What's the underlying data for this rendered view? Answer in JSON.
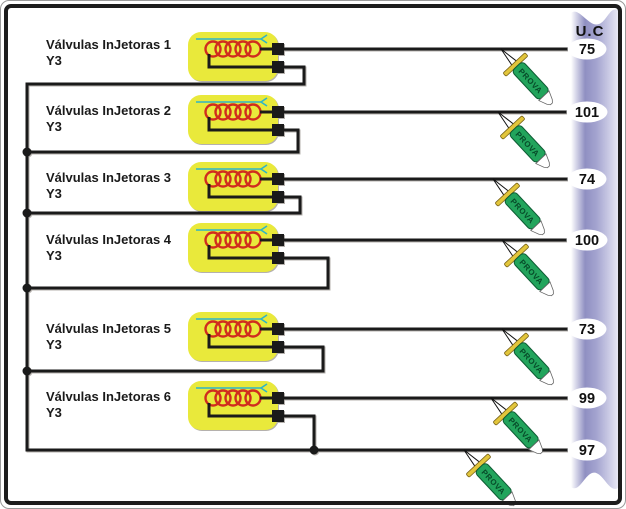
{
  "uc": {
    "title": "U.C",
    "pins": [
      "75",
      "101",
      "74",
      "100",
      "73",
      "99",
      "97"
    ]
  },
  "valves": [
    {
      "name": "Válvulas InJetoras 1",
      "code": "Y3"
    },
    {
      "name": "Válvulas InJetoras 2",
      "code": "Y3"
    },
    {
      "name": "Válvulas InJetoras 3",
      "code": "Y3"
    },
    {
      "name": "Válvulas InJetoras 4",
      "code": "Y3"
    },
    {
      "name": "Válvulas InJetoras 5",
      "code": "Y3"
    },
    {
      "name": "Válvulas InJetoras 6",
      "code": "Y3"
    }
  ],
  "probe": {
    "label": "PROVA"
  },
  "colors": {
    "valve_body_yellow": "#e9e93b",
    "coil_red": "#d02c1e",
    "pilot_line_cyan": "#2fb4c8",
    "wire_black": "#1a1a1a",
    "uc_band_purple": "#8f8fc2",
    "probe_green": "#22a45c",
    "probe_guard_gold": "#e2c53b"
  }
}
